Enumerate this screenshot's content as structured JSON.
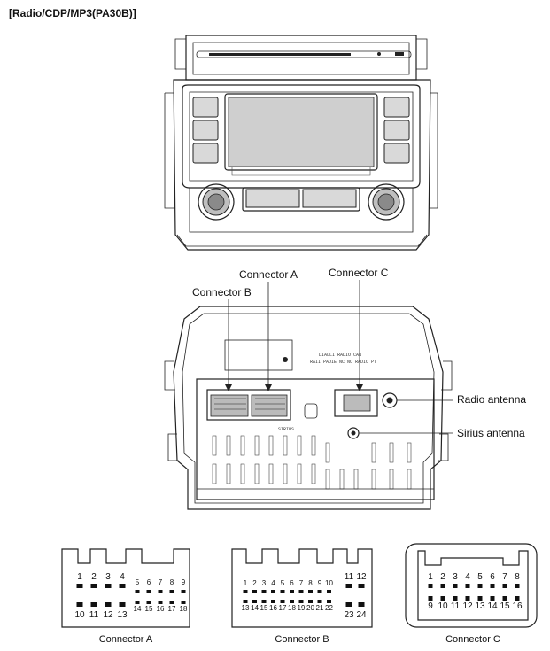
{
  "title": "[Radio/CDP/MP3(PA30B)]",
  "callouts": {
    "connector_a": "Connector A",
    "connector_b": "Connector B",
    "connector_c": "Connector C",
    "radio_antenna": "Radio antenna",
    "sirius_antenna": "Sirius antenna"
  },
  "connectors": {
    "a": {
      "caption": "Connector A",
      "top_left": [
        "1",
        "2",
        "3",
        "4"
      ],
      "top_right": [
        "5",
        "6",
        "7",
        "8",
        "9"
      ],
      "bottom_left": [
        "10",
        "11",
        "12",
        "13"
      ],
      "bottom_right": [
        "14",
        "15",
        "16",
        "17",
        "18"
      ]
    },
    "b": {
      "caption": "Connector B",
      "top_left": [
        "1",
        "2",
        "3",
        "4",
        "5",
        "6",
        "7",
        "8",
        "9",
        "10"
      ],
      "top_right": [
        "11",
        "12"
      ],
      "bottom_left": [
        "13",
        "14",
        "15",
        "16",
        "17",
        "18",
        "19",
        "20",
        "21",
        "22"
      ],
      "bottom_right": [
        "23",
        "24"
      ]
    },
    "c": {
      "caption": "Connector C",
      "top": [
        "1",
        "2",
        "3",
        "4",
        "5",
        "6",
        "7",
        "8"
      ],
      "bottom": [
        "9",
        "10",
        "11",
        "12",
        "13",
        "14",
        "15",
        "16"
      ]
    }
  }
}
